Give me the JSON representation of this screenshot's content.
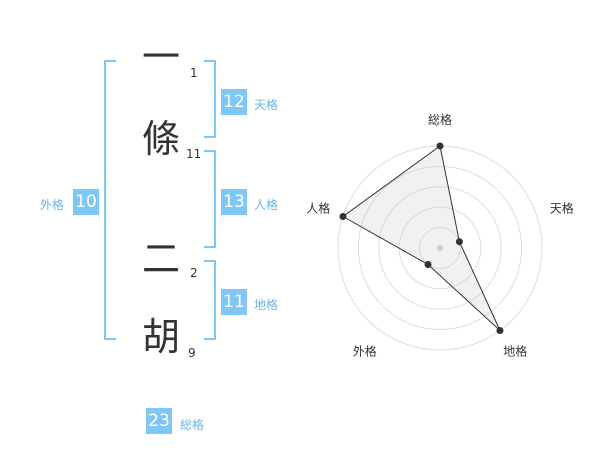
{
  "name": [
    {
      "char": "一",
      "strokes": "1"
    },
    {
      "char": "條",
      "strokes": "11"
    },
    {
      "char": "二",
      "strokes": "2"
    },
    {
      "char": "胡",
      "strokes": "9"
    }
  ],
  "kaku": {
    "tenkaku": {
      "value": "12",
      "label": "天格"
    },
    "jinkaku": {
      "value": "13",
      "label": "人格"
    },
    "chikaku": {
      "value": "11",
      "label": "地格"
    },
    "gaikaku": {
      "value": "10",
      "label": "外格"
    },
    "soukaku": {
      "value": "23",
      "label": "総格"
    }
  },
  "radar": {
    "axes": [
      "総格",
      "天格",
      "地格",
      "外格",
      "人格"
    ],
    "values": [
      5,
      1,
      5,
      1,
      5
    ],
    "max": 5
  },
  "colors": {
    "accent": "#7fc8f5",
    "label": "#6ab4e6"
  }
}
